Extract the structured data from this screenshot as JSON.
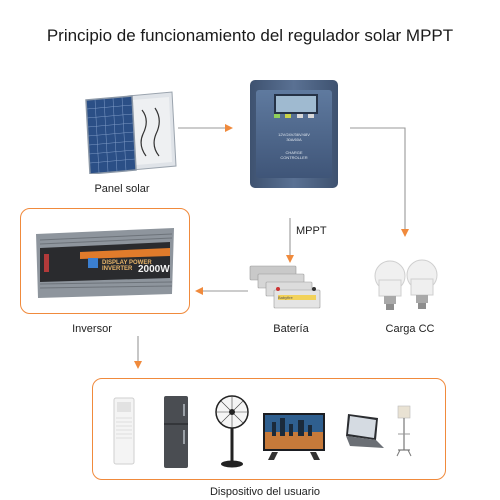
{
  "title": "Principio de funcionamiento del regulador solar MPPT",
  "labels": {
    "solar_panel": "Panel solar",
    "mppt": "MPPT",
    "battery": "Batería",
    "dc_load": "Carga CC",
    "inverter": "Inversor",
    "user_device": "Dispositivo del usuario"
  },
  "controller": {
    "line1": "12V/24V/36V/48V",
    "line2": "30A/60A",
    "line3": "CHARGE",
    "line4": "CONTROLLER"
  },
  "inverter": {
    "power": "2000W",
    "banner": "DISPLAY POWER INVERTER"
  },
  "battery_brand": "Babyfire",
  "colors": {
    "accent_orange": "#f08a3c",
    "arrow_gray": "#888888",
    "controller_blue": "#4d6382"
  }
}
